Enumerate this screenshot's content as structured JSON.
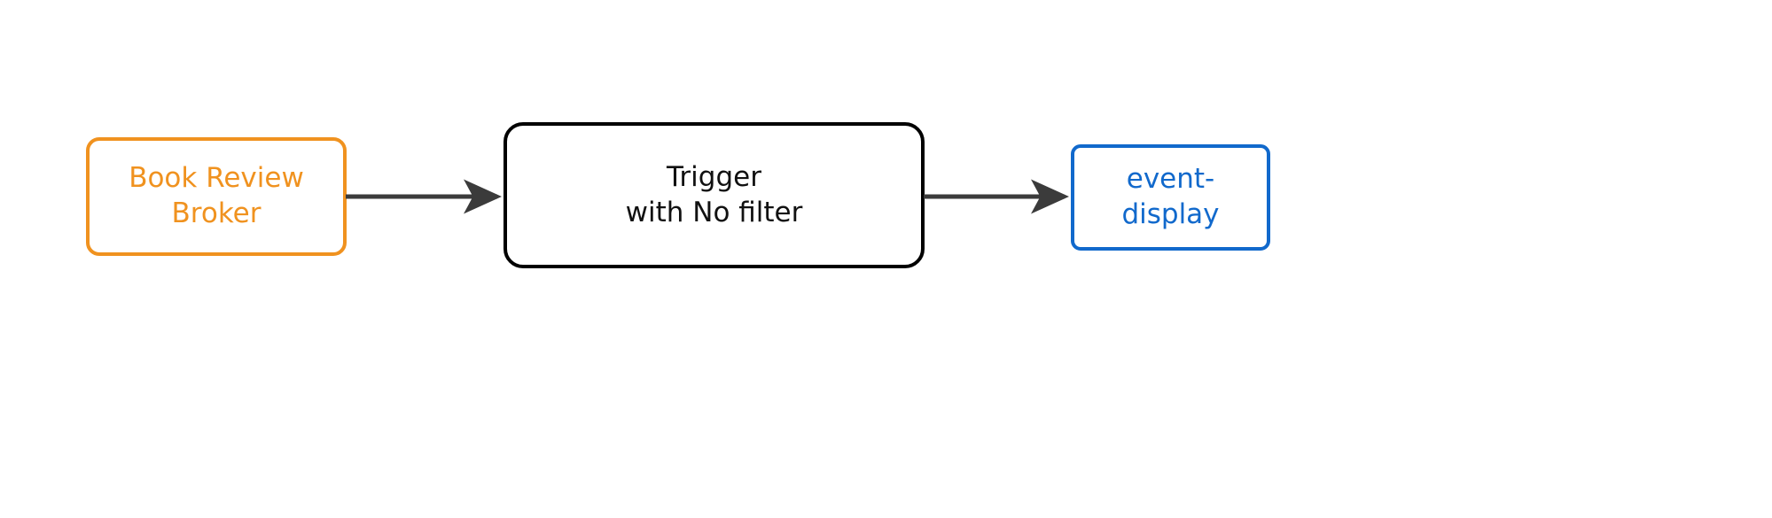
{
  "diagram": {
    "type": "flow",
    "orientation": "left-to-right",
    "background_color": "#ffffff",
    "nodes": [
      {
        "id": "broker",
        "label": "Book Review\nBroker",
        "label_line1": "Book Review",
        "label_line2": "Broker",
        "role": "source-broker",
        "color": "#F0921F",
        "shape": "rounded-rectangle"
      },
      {
        "id": "trigger",
        "label": "Trigger\nwith No filter",
        "label_line1": "Trigger",
        "label_line2": "with No filter",
        "role": "trigger",
        "color": "#000000",
        "shape": "rounded-rectangle"
      },
      {
        "id": "sink",
        "label": "event-display",
        "label_line1": "event-display",
        "role": "sink-service",
        "color": "#1169CC",
        "shape": "rounded-rectangle"
      }
    ],
    "edges": [
      {
        "id": "broker-to-trigger",
        "from": "broker",
        "to": "trigger",
        "label": "",
        "color": "#3B3B3B",
        "arrowhead": "solid-triangle"
      },
      {
        "id": "trigger-to-sink",
        "from": "trigger",
        "to": "sink",
        "label": "",
        "color": "#3B3B3B",
        "arrowhead": "solid-triangle"
      }
    ]
  }
}
